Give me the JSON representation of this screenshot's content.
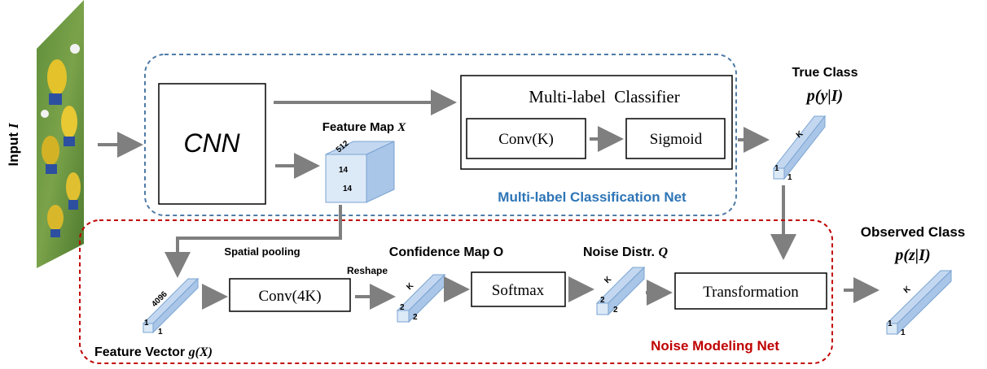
{
  "input": {
    "label": "Input",
    "symbol": "I"
  },
  "cnn": {
    "label": "CNN"
  },
  "feature_map": {
    "label": "Feature Map",
    "symbol": "X",
    "dims": [
      "512",
      "14",
      "14"
    ]
  },
  "classifier": {
    "title": "Multi-label  Classifier",
    "conv": "Conv(K)",
    "sigmoid": "Sigmoid"
  },
  "multilabel_net": {
    "label": "Multi-label Classification Net",
    "color": "#2e75b6"
  },
  "true_class": {
    "label": "True Class",
    "formula": "p(y|I)",
    "dims": [
      "K",
      "1",
      "1"
    ]
  },
  "noise_net": {
    "label": "Noise Modeling Net",
    "color": "#c00000"
  },
  "feature_vector": {
    "label": "Feature Vector",
    "formula": "g(X)",
    "dims": [
      "4096",
      "1",
      "1"
    ]
  },
  "spatial_pooling": {
    "label": "Spatial pooling"
  },
  "conv4k": {
    "label": "Conv(4K)"
  },
  "reshape": {
    "label": "Reshape"
  },
  "confidence_map": {
    "label": "Confidence Map O",
    "dims": [
      "K",
      "2",
      "2"
    ]
  },
  "softmax": {
    "label": "Softmax"
  },
  "noise_distr": {
    "label": "Noise Distr.",
    "symbol": "Q",
    "dims": [
      "K",
      "2",
      "2"
    ]
  },
  "transformation": {
    "label": "Transformation"
  },
  "observed_class": {
    "label": "Observed Class",
    "formula": "p(z|I)",
    "dims": [
      "K",
      "1",
      "1"
    ]
  },
  "colors": {
    "arrow": "#7f7f7f",
    "cube_face": "#dce9f7",
    "cube_side": "#a9c6e8",
    "cube_top": "#c3d8f0",
    "cube_edge": "#7aa3d1"
  }
}
